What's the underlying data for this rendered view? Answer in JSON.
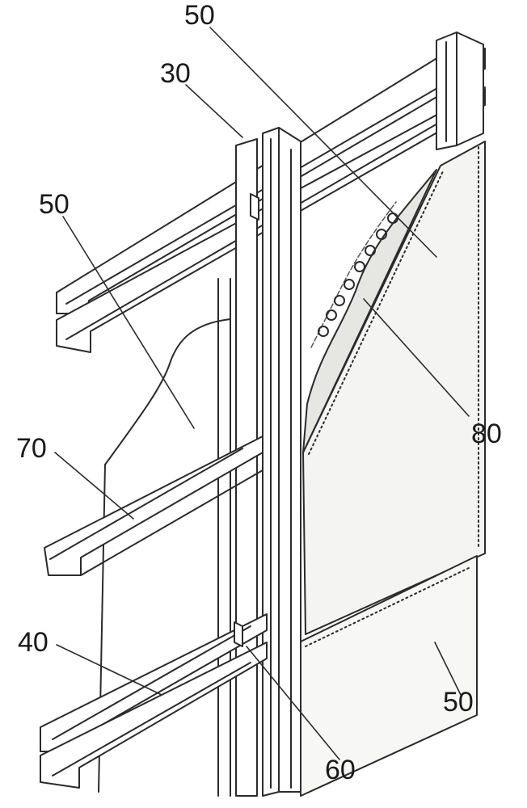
{
  "figure": {
    "labels": {
      "top_board": "50",
      "frame": "30",
      "left_board": "50",
      "cross_channel": "70",
      "insulation": "80",
      "bottom_track": "40",
      "lower_board": "50",
      "connector": "60"
    },
    "colors": {
      "line": "#2b2b2b",
      "board_fill": "#f4f4f2",
      "insulation_fill": "#e6e6e2"
    }
  }
}
